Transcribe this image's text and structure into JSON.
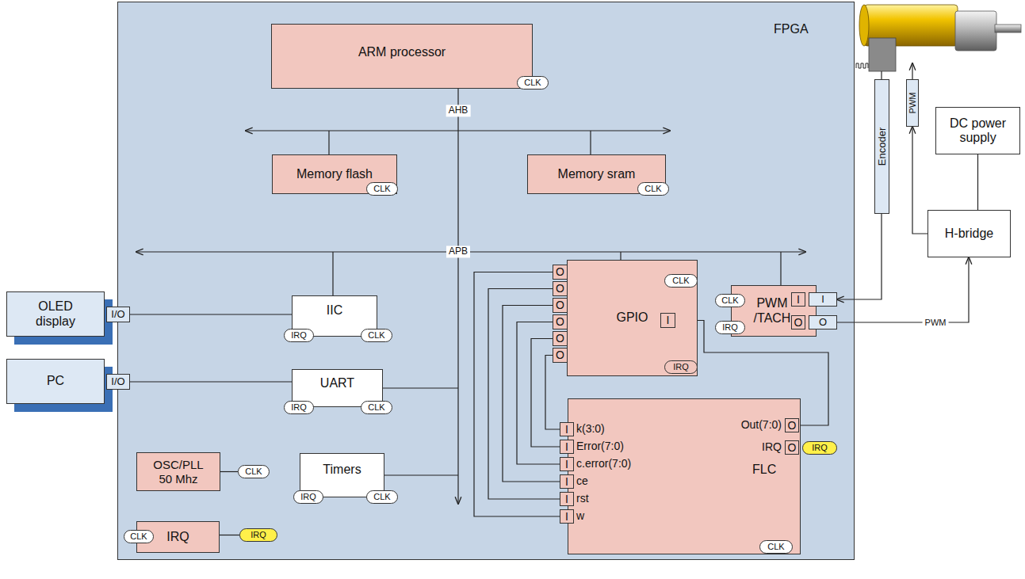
{
  "diagram": {
    "nodes": [
      {
        "text": [
          "FPGA"
        ]
      },
      {
        "text": [
          "ARM processor"
        ],
        "in": 0
      },
      {
        "text": [
          "CLK"
        ],
        "in": 1
      },
      {
        "text": [
          "Memory flash"
        ],
        "in": 0
      },
      {
        "text": [
          "CLK"
        ],
        "in": 3
      },
      {
        "text": [
          "Memory sram"
        ],
        "in": 0
      },
      {
        "text": [
          "CLK"
        ],
        "in": 5
      },
      {
        "text": [
          "IIC"
        ],
        "in": 0
      },
      {
        "text": [
          "IRQ"
        ],
        "in": 7
      },
      {
        "text": [
          "CLK"
        ],
        "in": 7
      },
      {
        "text": [
          "UART"
        ],
        "in": 0
      },
      {
        "text": [
          "IRQ"
        ],
        "in": 10
      },
      {
        "text": [
          "CLK"
        ],
        "in": 10
      },
      {
        "text": [
          "OSC/PLL 50 Mhz"
        ],
        "in": 0
      },
      {
        "text": [
          "CLK"
        ],
        "in": 0
      },
      {
        "text": [
          "Timers"
        ],
        "in": 0
      },
      {
        "text": [
          "IRQ"
        ],
        "in": 15
      },
      {
        "text": [
          "CLK"
        ],
        "in": 15
      },
      {
        "text": [
          "IRQ"
        ],
        "in": 0
      },
      {
        "text": [
          "CLK"
        ],
        "in": 18
      },
      {
        "text": [
          "IRQ"
        ],
        "in": 0
      },
      {
        "text": [
          "GPIO"
        ],
        "in": 0
      },
      {
        "text": [
          "O"
        ],
        "in": 21
      },
      {
        "text": [
          "O"
        ],
        "in": 21
      },
      {
        "text": [
          "O"
        ],
        "in": 21
      },
      {
        "text": [
          "O"
        ],
        "in": 21
      },
      {
        "text": [
          "O"
        ],
        "in": 21
      },
      {
        "text": [
          "O"
        ],
        "in": 21
      },
      {
        "text": [
          "I"
        ],
        "in": 21
      },
      {
        "text": [
          "CLK"
        ],
        "in": 21
      },
      {
        "text": [
          "IRQ"
        ],
        "in": 21
      },
      {
        "text": [
          "PWM /TACH"
        ],
        "in": 0
      },
      {
        "text": [
          "CLK"
        ],
        "in": 31
      },
      {
        "text": [
          "IRQ"
        ],
        "in": 31
      },
      {
        "text": [
          "I"
        ],
        "in": 31
      },
      {
        "text": [
          "O"
        ],
        "in": 31
      },
      {
        "text": [
          "FLC"
        ],
        "in": 0
      },
      {
        "text": [
          "I"
        ],
        "in": 36
      },
      {
        "text": [
          "I"
        ],
        "in": 36
      },
      {
        "text": [
          "I"
        ],
        "in": 36
      },
      {
        "text": [
          "I"
        ],
        "in": 36
      },
      {
        "text": [
          "I"
        ],
        "in": 36
      },
      {
        "text": [
          "I"
        ],
        "in": 36
      },
      {
        "text": [
          "O"
        ],
        "in": 36
      },
      {
        "text": [
          "O"
        ],
        "in": 36
      },
      {
        "text": [
          "IRQ"
        ],
        "in": 0
      },
      {
        "text": [
          "CLK"
        ],
        "in": 36
      },
      {
        "text": [
          "OLED display"
        ]
      },
      {
        "text": [
          "I/O"
        ]
      },
      {
        "text": [
          "PC"
        ]
      },
      {
        "text": [
          "I/O"
        ]
      },
      {
        "text": [
          "I"
        ]
      },
      {
        "text": [
          "O"
        ]
      },
      {
        "text": [
          "Encoder"
        ]
      },
      {
        "text": [
          "PWM"
        ]
      },
      {
        "text": [
          "DC power supply"
        ]
      },
      {
        "text": [
          "H-bridge"
        ]
      }
    ],
    "edges": [
      {
        "from": 48,
        "to": 7,
        "arrow": "none"
      },
      {
        "from": 50,
        "to": 10,
        "arrow": "none"
      },
      {
        "from": 22,
        "to": 42,
        "arrow": "none"
      },
      {
        "from": 23,
        "to": 41,
        "arrow": "none"
      },
      {
        "from": 24,
        "to": 40,
        "arrow": "none"
      },
      {
        "from": 25,
        "to": 39,
        "arrow": "none"
      },
      {
        "from": 26,
        "to": 38,
        "arrow": "none"
      },
      {
        "from": 27,
        "to": 37,
        "arrow": "none"
      },
      {
        "from": 43,
        "to": 28,
        "arrow": "none"
      },
      {
        "from": 52,
        "to": 56,
        "label": "PWM",
        "arrow": "to"
      },
      {
        "from": 53,
        "to": 51,
        "arrow": "to"
      },
      {
        "from": 56,
        "to": 54,
        "arrow": "to"
      },
      {
        "from": 56,
        "to": 55,
        "arrow": "none"
      },
      {
        "from": 13,
        "to": 14,
        "arrow": "none"
      },
      {
        "from": 18,
        "to": 20,
        "arrow": "none"
      }
    ],
    "labels": [
      "AHB",
      "APB",
      "k(3:0)",
      "Error(7:0)",
      "c.error(7:0)",
      "ce",
      "rst",
      "w",
      "Out(7:0)",
      "IRQ"
    ]
  }
}
